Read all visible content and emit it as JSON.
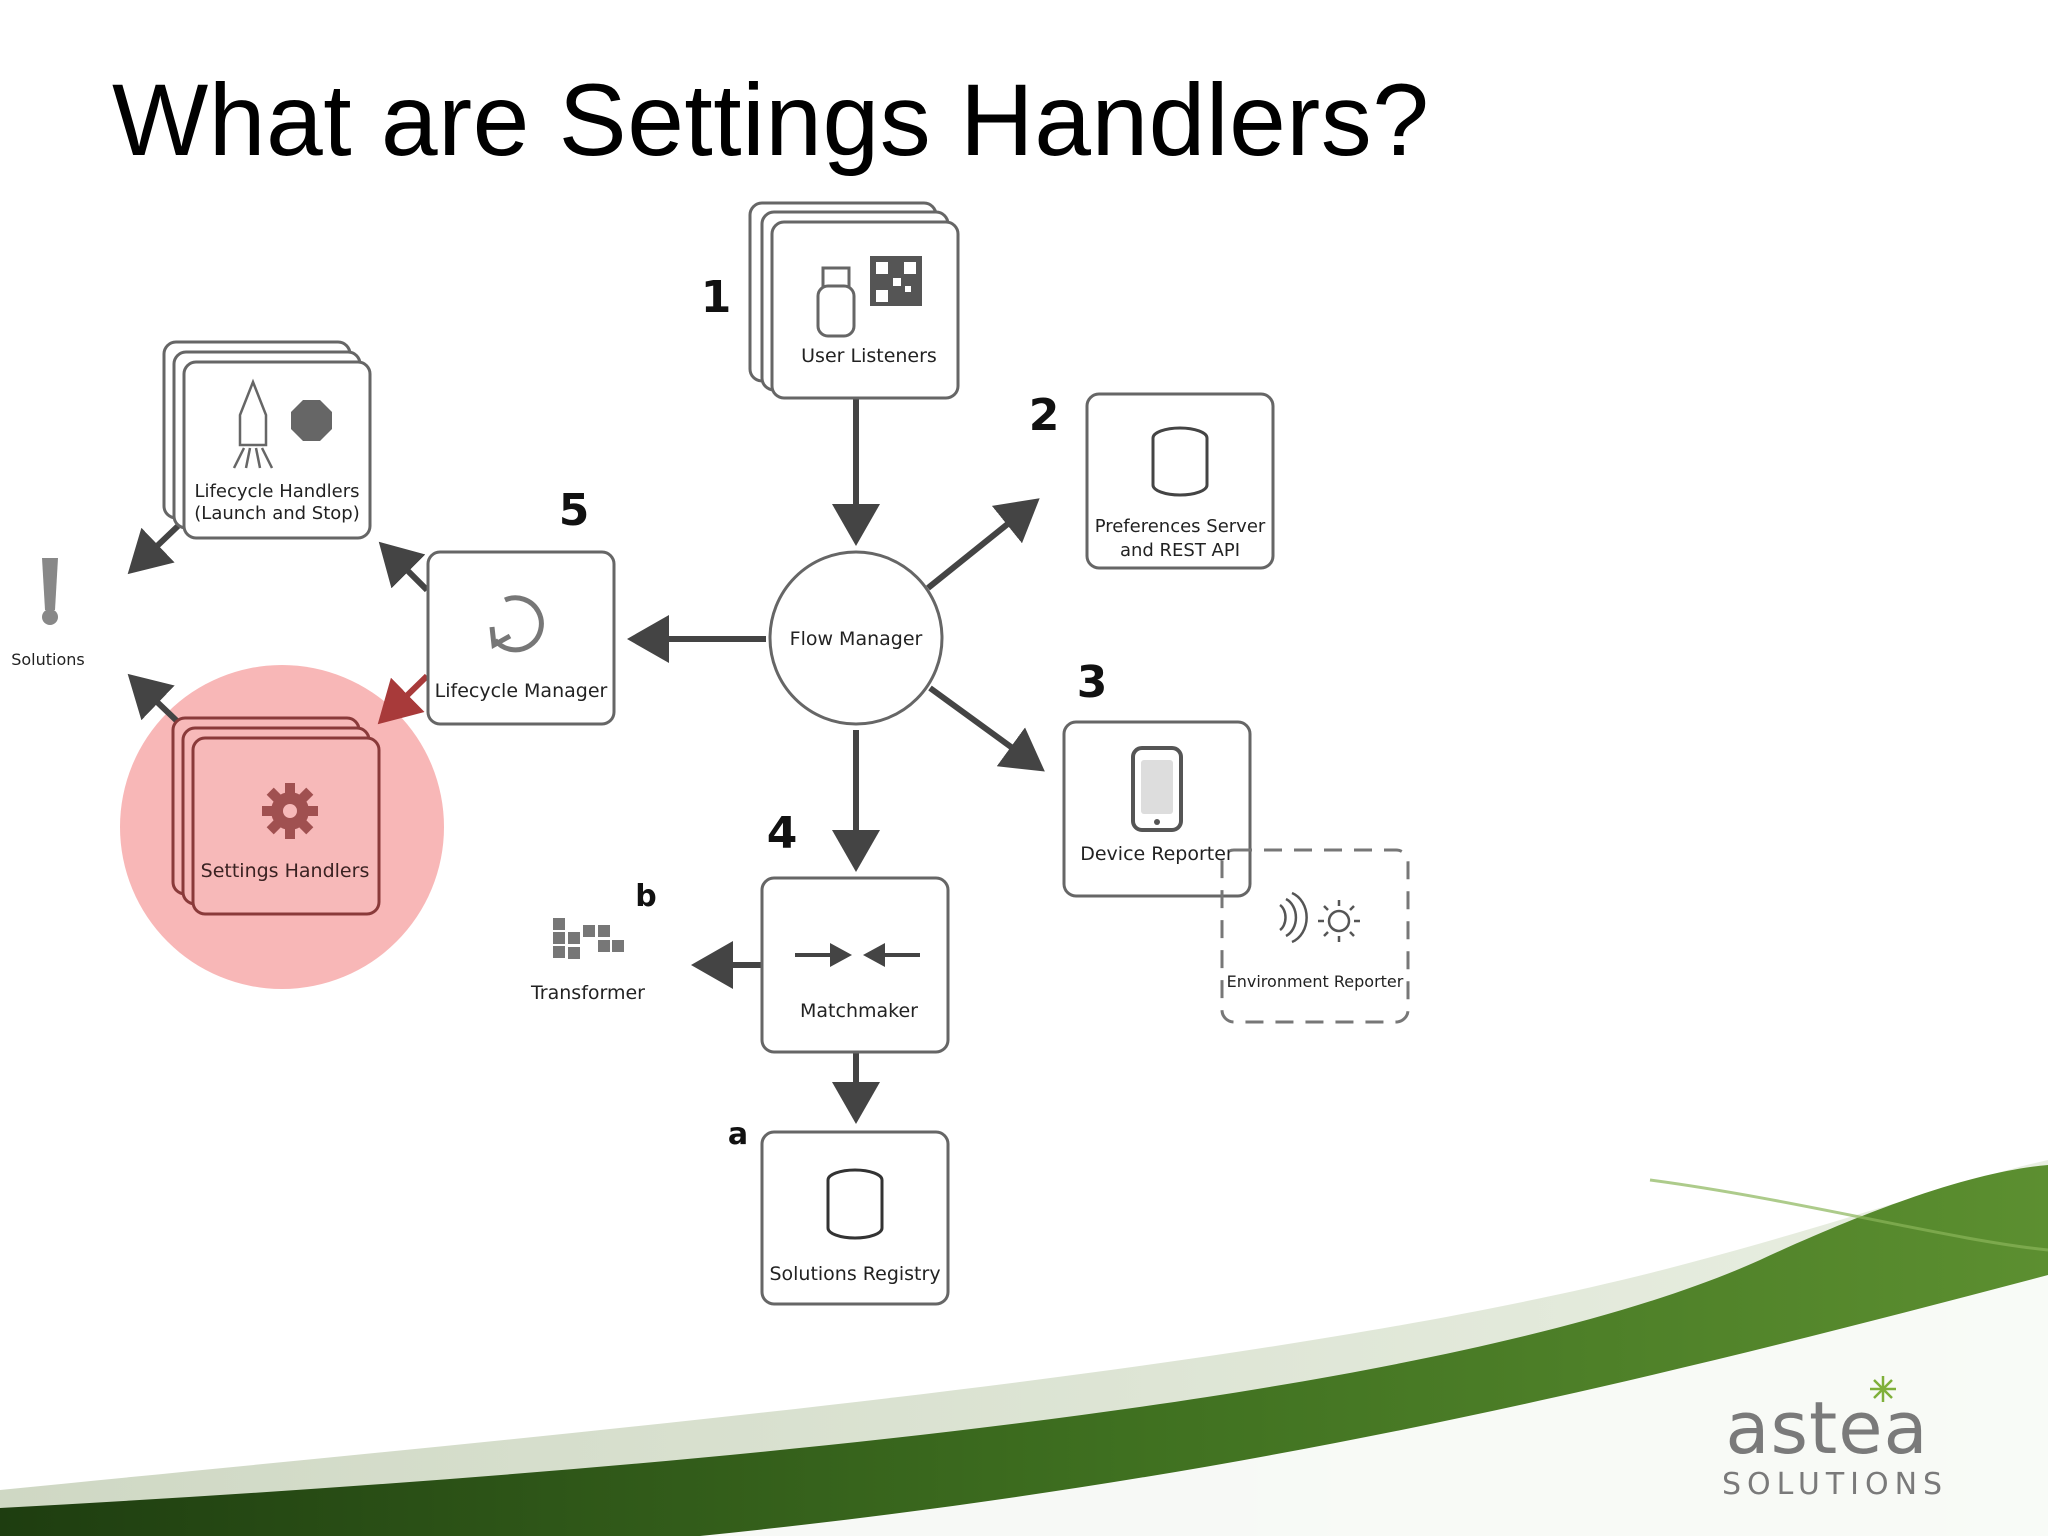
{
  "title": "What are Settings Handlers?",
  "nodes": {
    "user_listeners": "User Listeners",
    "preferences_server_line1": "Preferences Server",
    "preferences_server_line2": "and REST API",
    "flow_manager": "Flow Manager",
    "device_reporter": "Device Reporter",
    "environment_reporter": "Environment Reporter",
    "matchmaker": "Matchmaker",
    "solutions_registry": "Solutions Registry",
    "transformer": "Transformer",
    "lifecycle_manager": "Lifecycle Manager",
    "lifecycle_handlers_line1": "Lifecycle Handlers",
    "lifecycle_handlers_line2": "(Launch and Stop)",
    "settings_handlers": "Settings Handlers",
    "solutions": "Solutions"
  },
  "step_labels": {
    "s1": "1",
    "s2": "2",
    "s3": "3",
    "s4": "4",
    "s5": "5",
    "sa": "a",
    "sb": "b"
  },
  "highlight_color": "#f8b7b7",
  "brand": {
    "name": "astea",
    "sub": "SOLUTIONS"
  },
  "colors": {
    "stroke": "#666666",
    "arrow": "#444444",
    "green_dark": "#2f5a1a",
    "green_light": "#6a9a3c"
  }
}
